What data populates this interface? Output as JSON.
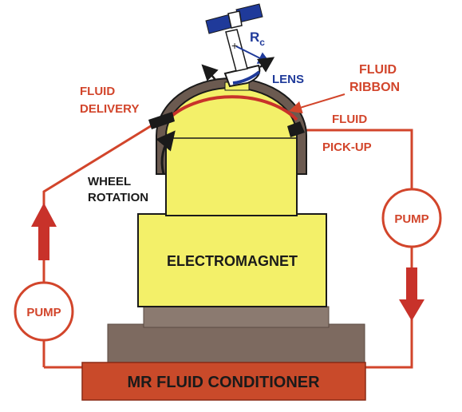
{
  "colors": {
    "pipe": "#d2452b",
    "yellow": "#f3f069",
    "base_dark": "#7d6a60",
    "base_light": "#9a8a82",
    "conditioner": "#c94a2a",
    "arrow_red": "#c8322a",
    "blue": "#1f3a9a",
    "black": "#1a1a1a"
  },
  "labels": {
    "fluid_delivery_line1": "FLUID",
    "fluid_delivery_line2": "DELIVERY",
    "fluid_ribbon_line1": "FLUID",
    "fluid_ribbon_line2": "RIBBON",
    "fluid_pickup_line1": "FLUID",
    "fluid_pickup_line2": "PICK-UP",
    "wheel_rotation_line1": "WHEEL",
    "wheel_rotation_line2": "ROTATION",
    "lens": "LENS",
    "radius_symbol": "R",
    "radius_subscript": "c",
    "electromagnet": "ELECTROMAGNET",
    "pump_right": "PUMP",
    "pump_left": "PUMP",
    "conditioner": "MR FLUID CONDITIONER"
  }
}
